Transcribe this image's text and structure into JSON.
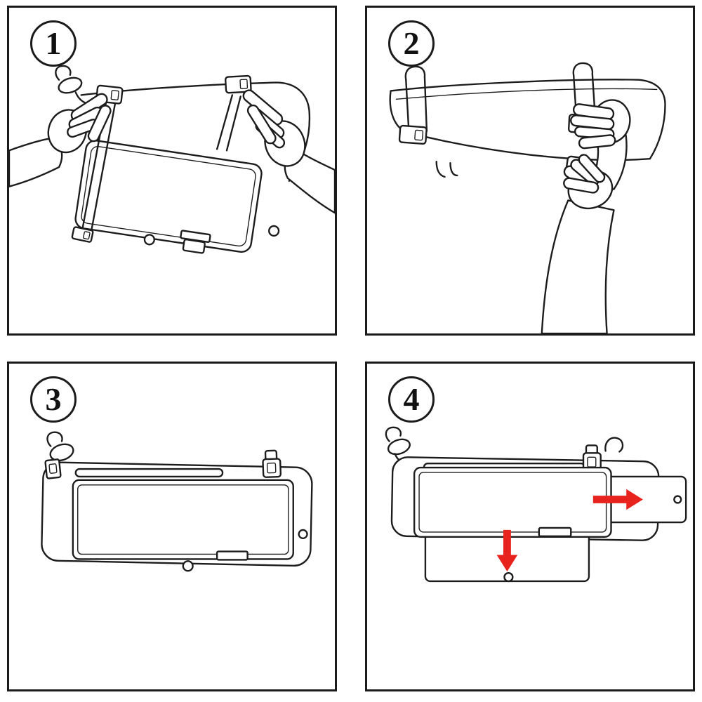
{
  "colors": {
    "line": "#1c1c1c",
    "panel_border": "#1b1b1b",
    "background": "#ffffff",
    "arrow_red": "#e8231e"
  },
  "steps": [
    {
      "number": "1",
      "illustration": "hands-clipping-elastic-straps-over-sun-visor"
    },
    {
      "number": "2",
      "illustration": "hand-wrapping-strap-around-visor-with-buckle-clip"
    },
    {
      "number": "3",
      "illustration": "organizer-panel-mounted-flat-on-visor"
    },
    {
      "number": "4",
      "illustration": "extension-panels-sliding-out-right-and-down"
    }
  ]
}
